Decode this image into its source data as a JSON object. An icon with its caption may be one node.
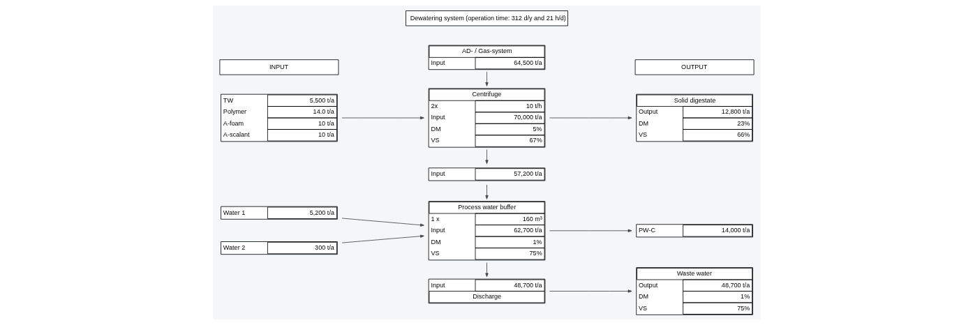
{
  "diagram": {
    "nodes": [
      {
        "text": [
          "AD- / Gas-system",
          "Input",
          "64,500 t/a"
        ]
      },
      {
        "text": [
          "Centrifuge",
          "2x",
          "10 t/h",
          "Input",
          "70,000 t/a",
          "DM",
          "5%",
          "VS",
          "67%"
        ]
      },
      {
        "text": [
          "TW",
          "5,500 t/a",
          "Polymer",
          "14.0 t/a",
          "A-foam",
          "10 t/a",
          "A-scalant",
          "10 t/a"
        ]
      },
      {
        "text": [
          "Input",
          "57,200 t/a"
        ]
      },
      {
        "text": [
          "Process water buffer",
          "1 x",
          "160 m³",
          "Input",
          "62,700 t/a",
          "DM",
          "1%",
          "VS",
          "75%"
        ]
      },
      {
        "text": [
          "Water 1",
          "5,200 t/a"
        ]
      },
      {
        "text": [
          "Water 2",
          "300 t/a"
        ]
      },
      {
        "text": [
          "Input",
          "48,700 t/a",
          "Discharge"
        ]
      },
      {
        "text": [
          "Solid digestate",
          "Output",
          "12,800 t/a",
          "DM",
          "23%",
          "VS",
          "66%"
        ]
      },
      {
        "text": [
          "PW-C",
          "14,000 t/a"
        ]
      },
      {
        "text": [
          "Waste water",
          "Output",
          "48,700 t/a",
          "DM",
          "1%",
          "VS",
          "75%"
        ]
      }
    ],
    "edges": [
      {
        "from": 0,
        "to": 1,
        "arrow": "to"
      },
      {
        "from": 2,
        "to": 1,
        "arrow": "to"
      },
      {
        "from": 1,
        "to": 8,
        "arrow": "to"
      },
      {
        "from": 1,
        "to": 3,
        "arrow": "to"
      },
      {
        "from": 3,
        "to": 4,
        "arrow": "to"
      },
      {
        "from": 5,
        "to": 4,
        "arrow": "to"
      },
      {
        "from": 6,
        "to": 4,
        "arrow": "to"
      },
      {
        "from": 4,
        "to": 9,
        "arrow": "to"
      },
      {
        "from": 4,
        "to": 7,
        "arrow": "to"
      },
      {
        "from": 7,
        "to": 10,
        "arrow": "to"
      }
    ],
    "labels": [
      "INPUT",
      "Dewatering system (operation time: 312 d/y and 21 h/d)",
      "OUTPUT"
    ]
  }
}
